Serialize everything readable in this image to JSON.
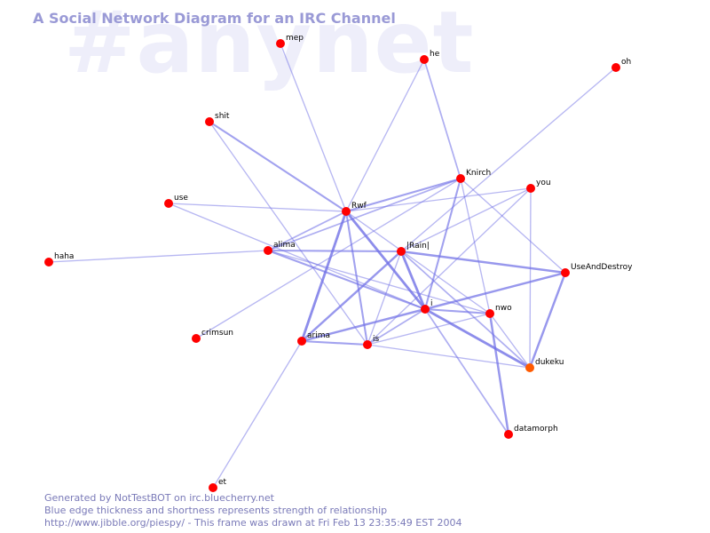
{
  "watermark": "#anynet",
  "title": "A Social Network Diagram for an IRC Channel",
  "footer": {
    "line1": "Generated by NotTestBOT on irc.bluecherry.net",
    "line2": "Blue edge thickness and shortness represents strength of relationship",
    "line3": "http://www.jibble.org/piespy/ - This frame was drawn at Fri Feb 13 23:35:49 EST 2004"
  },
  "colors": {
    "node_default": "#ff0000",
    "node_highlight": "#ff5a00",
    "edge": "#7070e6",
    "title": "#9a9ad6",
    "footer": "#7a7ab8",
    "watermark": "#eeeefa"
  },
  "nodes": [
    {
      "id": "mep",
      "label": "mep"
    },
    {
      "id": "he",
      "label": "he"
    },
    {
      "id": "oh",
      "label": "oh"
    },
    {
      "id": "shit",
      "label": "shit"
    },
    {
      "id": "Knirch",
      "label": "Knirch"
    },
    {
      "id": "you",
      "label": "you"
    },
    {
      "id": "use",
      "label": "use"
    },
    {
      "id": "Rwf",
      "label": "Rwf"
    },
    {
      "id": "alima",
      "label": "alima"
    },
    {
      "id": "Rain",
      "label": "|Rain|"
    },
    {
      "id": "haha",
      "label": "haha"
    },
    {
      "id": "UseAndDestroy",
      "label": "UseAndDestroy"
    },
    {
      "id": "i",
      "label": "i"
    },
    {
      "id": "nwo",
      "label": "nwo"
    },
    {
      "id": "crimsun",
      "label": "crimsun"
    },
    {
      "id": "arima",
      "label": "arima"
    },
    {
      "id": "is",
      "label": "is"
    },
    {
      "id": "dukeku",
      "label": "dukeku",
      "highlight": true
    },
    {
      "id": "datamorph",
      "label": "datamorph"
    },
    {
      "id": "et",
      "label": "et"
    }
  ],
  "edges": [
    {
      "from": "mep",
      "to": "Rwf",
      "weight": 1
    },
    {
      "from": "he",
      "to": "Rwf",
      "weight": 1
    },
    {
      "from": "he",
      "to": "Knirch",
      "weight": 1.5
    },
    {
      "from": "oh",
      "to": "Rain",
      "weight": 1
    },
    {
      "from": "shit",
      "to": "Rwf",
      "weight": 2
    },
    {
      "from": "shit",
      "to": "is",
      "weight": 1
    },
    {
      "from": "use",
      "to": "Rwf",
      "weight": 1
    },
    {
      "from": "use",
      "to": "i",
      "weight": 1
    },
    {
      "from": "haha",
      "to": "alima",
      "weight": 1
    },
    {
      "from": "crimsun",
      "to": "Knirch",
      "weight": 1
    },
    {
      "from": "et",
      "to": "arima",
      "weight": 1
    },
    {
      "from": "Rwf",
      "to": "Knirch",
      "weight": 2
    },
    {
      "from": "Rwf",
      "to": "you",
      "weight": 1
    },
    {
      "from": "Rwf",
      "to": "alima",
      "weight": 1.5
    },
    {
      "from": "Rwf",
      "to": "i",
      "weight": 3
    },
    {
      "from": "Rwf",
      "to": "arima",
      "weight": 3
    },
    {
      "from": "Rwf",
      "to": "is",
      "weight": 2
    },
    {
      "from": "Rwf",
      "to": "nwo",
      "weight": 1
    },
    {
      "from": "Knirch",
      "to": "alima",
      "weight": 1.5
    },
    {
      "from": "Knirch",
      "to": "i",
      "weight": 2
    },
    {
      "from": "Knirch",
      "to": "nwo",
      "weight": 1
    },
    {
      "from": "Knirch",
      "to": "UseAndDestroy",
      "weight": 1
    },
    {
      "from": "you",
      "to": "Rain",
      "weight": 1
    },
    {
      "from": "you",
      "to": "is",
      "weight": 1
    },
    {
      "from": "you",
      "to": "dukeku",
      "weight": 1
    },
    {
      "from": "alima",
      "to": "Rain",
      "weight": 2
    },
    {
      "from": "alima",
      "to": "i",
      "weight": 2
    },
    {
      "from": "alima",
      "to": "nwo",
      "weight": 1
    },
    {
      "from": "Rain",
      "to": "i",
      "weight": 3
    },
    {
      "from": "Rain",
      "to": "UseAndDestroy",
      "weight": 2.5
    },
    {
      "from": "Rain",
      "to": "arima",
      "weight": 2.5
    },
    {
      "from": "Rain",
      "to": "is",
      "weight": 1
    },
    {
      "from": "Rain",
      "to": "dukeku",
      "weight": 1.5
    },
    {
      "from": "UseAndDestroy",
      "to": "i",
      "weight": 2.5
    },
    {
      "from": "UseAndDestroy",
      "to": "dukeku",
      "weight": 2.5
    },
    {
      "from": "i",
      "to": "nwo",
      "weight": 2
    },
    {
      "from": "i",
      "to": "arima",
      "weight": 2.5
    },
    {
      "from": "i",
      "to": "is",
      "weight": 1.5
    },
    {
      "from": "i",
      "to": "dukeku",
      "weight": 3
    },
    {
      "from": "i",
      "to": "datamorph",
      "weight": 1.5
    },
    {
      "from": "nwo",
      "to": "datamorph",
      "weight": 2.5
    },
    {
      "from": "nwo",
      "to": "is",
      "weight": 1
    },
    {
      "from": "nwo",
      "to": "dukeku",
      "weight": 1
    },
    {
      "from": "arima",
      "to": "is",
      "weight": 2
    },
    {
      "from": "is",
      "to": "dukeku",
      "weight": 1
    }
  ]
}
